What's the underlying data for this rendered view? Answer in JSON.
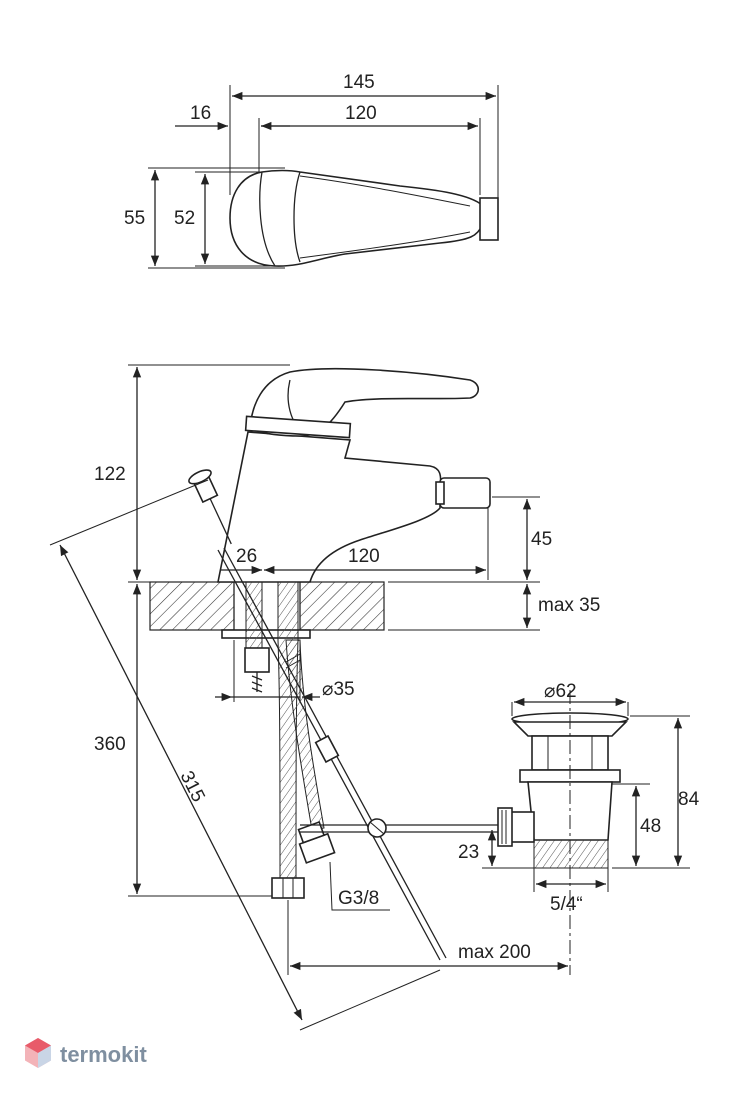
{
  "dimensions": {
    "top_total_length": "145",
    "top_offset": "16",
    "top_spout_length": "120",
    "top_height_outer": "55",
    "top_height_inner": "52",
    "height_above_deck": "122",
    "deck_offset": "26",
    "spout_reach": "120",
    "spout_height": "45",
    "deck_thickness": "max 35",
    "hole_diameter": "⌀35",
    "total_height": "360",
    "rod_length": "315",
    "waste_diameter": "⌀62",
    "waste_height": "84",
    "waste_body_height": "48",
    "waste_outlet_offset": "23",
    "waste_thread": "5/4“",
    "hose_thread": "G3/8",
    "max_rod_reach": "max 200"
  },
  "brand": {
    "name": "termokit",
    "logo_icon": "hexagon-cube-icon"
  }
}
